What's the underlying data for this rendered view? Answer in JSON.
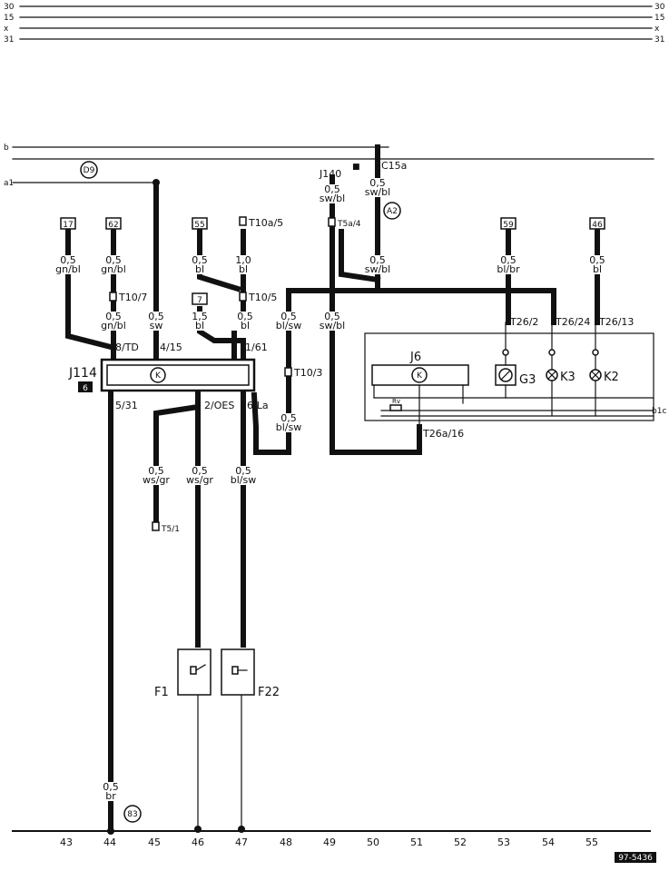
{
  "rails": {
    "top": [
      {
        "left": "30",
        "right": "30"
      },
      {
        "left": "15",
        "right": "15"
      },
      {
        "left": "x",
        "right": "x"
      },
      {
        "left": "31",
        "right": "31"
      }
    ],
    "b": "b",
    "a1": "a1",
    "b1c": "b1c"
  },
  "components": {
    "j114": "J114",
    "j114_tag": "6",
    "j140": "J140",
    "j140_mark": "■",
    "j6": "J6",
    "g3": "G3",
    "k3": "K3",
    "k2": "K2",
    "f1": "F1",
    "f22": "F22",
    "relay_symbol": "K",
    "c15a": "C15a",
    "d9": "D9",
    "a2": "A2",
    "earth_83": "83"
  },
  "connectors": {
    "t10_7": "T10/7",
    "t10a_5": "T10a/5",
    "t10_5": "T10/5",
    "t10_3": "T10/3",
    "t5a_4": "T5a/4",
    "t5_1": "T5/1",
    "t26_2": "T26/2",
    "t26_24": "T26/24",
    "t26_13": "T26/13",
    "t26a_16": "T26a/16"
  },
  "tags": {
    "17": "17",
    "62": "62",
    "55": "55",
    "59": "59",
    "46": "46",
    "7": "7"
  },
  "pins": {
    "p8td": "8/TD",
    "p4_15": "4/15",
    "p1_61": "1/61",
    "p5_31": "5/31",
    "p2oes": "2/OES",
    "p6la": "6/La"
  },
  "wires": [
    {
      "size": "0,5",
      "color": "gn/bl"
    },
    {
      "size": "0,5",
      "color": "gn/bl"
    },
    {
      "size": "0,5",
      "color": "bl"
    },
    {
      "size": "1,0",
      "color": "bl"
    },
    {
      "size": "0,5",
      "color": "gn/bl"
    },
    {
      "size": "0,5",
      "color": "sw"
    },
    {
      "size": "1,5",
      "color": "bl"
    },
    {
      "size": "0,5",
      "color": "bl"
    },
    {
      "size": "0,5",
      "color": "bl/sw"
    },
    {
      "size": "0,5",
      "color": "sw/bl"
    },
    {
      "size": "0,5",
      "color": "sw/bl"
    },
    {
      "size": "0,5",
      "color": "sw/bl"
    },
    {
      "size": "0,5",
      "color": "sw/bl"
    },
    {
      "size": "0,5",
      "color": "bl/br"
    },
    {
      "size": "0,5",
      "color": "bl"
    },
    {
      "size": "0,5",
      "color": "bl/sw"
    },
    {
      "size": "0,5",
      "color": "ws/gr"
    },
    {
      "size": "0,5",
      "color": "ws/gr"
    },
    {
      "size": "0,5",
      "color": "bl/sw"
    },
    {
      "size": "0,5",
      "color": "br"
    }
  ],
  "mini_label": "Rv",
  "columns": [
    "43",
    "44",
    "45",
    "46",
    "47",
    "48",
    "49",
    "50",
    "51",
    "52",
    "53",
    "54",
    "55"
  ],
  "footer_code": "97-5436"
}
